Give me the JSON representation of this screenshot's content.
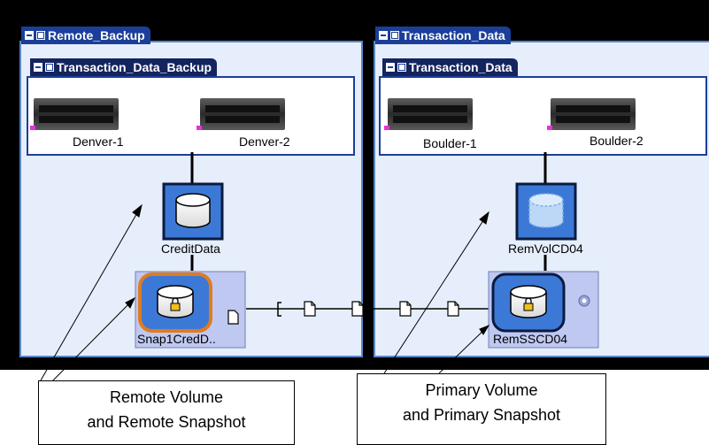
{
  "left_panel": {
    "title": "Remote_Backup",
    "subgroup": "Transaction_Data_Backup",
    "servers": [
      "Denver-1",
      "Denver-2"
    ],
    "volume": "CreditData",
    "snapshot": "Snap1CredD.."
  },
  "right_panel": {
    "title": "Transaction_Data",
    "subgroup": "Transaction_Data",
    "servers": [
      "Boulder-1",
      "Boulder-2"
    ],
    "volume": "RemVolCD04",
    "snapshot": "RemSSCD04"
  },
  "callouts": {
    "left": [
      "Remote Volume",
      "and Remote Snapshot"
    ],
    "right": [
      "Primary Volume",
      "and Primary Snapshot"
    ]
  },
  "colors": {
    "tab": "#1b3f99",
    "panel_bg": "#e6eefb",
    "volume": "#3c79d6",
    "snapshot_bg": "#bfc8f0",
    "highlight": "#e07b1f"
  }
}
